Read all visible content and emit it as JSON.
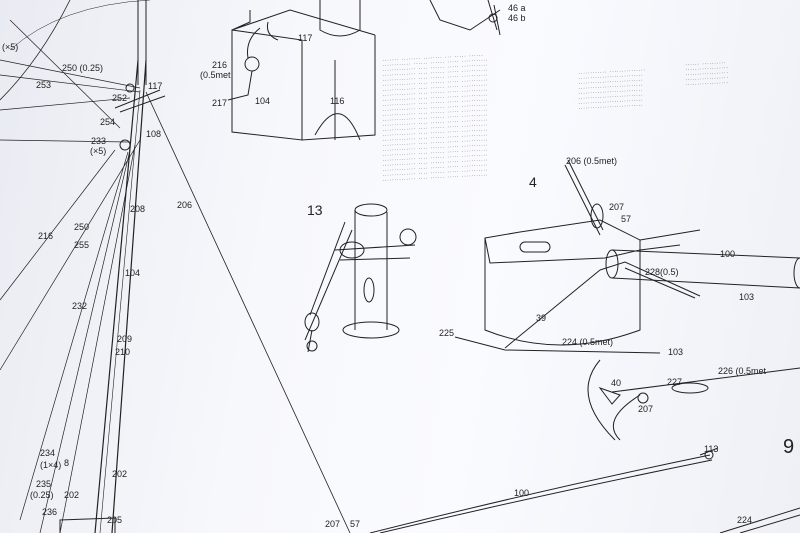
{
  "labels": {
    "l117a": "117",
    "l216": "216",
    "l05met_a": "(0.5met",
    "l217": "217",
    "l104a": "104",
    "l116": "116",
    "l117b": "117",
    "l46a": "46 a",
    "l46b": "46 b",
    "l15": "(×5)",
    "l250": "250 (0.25)",
    "l253": "253",
    "l252": "252",
    "l117c": "117",
    "l254": "254",
    "l233": "233",
    "l15b": "(×5)",
    "l108": "108",
    "l206a": "206",
    "l208": "208",
    "l250b": "250",
    "l255": "255",
    "l216b": "216",
    "l104b": "104",
    "l232": "232",
    "l209": "209",
    "l210": "210",
    "l234": "234",
    "l14": "(1×4)",
    "l8": "8",
    "l235": "235",
    "l025": "(0.25)",
    "l202a": "202",
    "l202b": "202",
    "l236": "236",
    "l205": "205",
    "l13": "13",
    "l4": "4",
    "l206b": "206 (0.5met)",
    "l207a": "207",
    "l57a": "57",
    "l100a": "100",
    "l228": "228(0.5)",
    "l103a": "103",
    "l39": "39",
    "l225": "225",
    "l224": "224 (0.5met)",
    "l103b": "103",
    "l40": "40",
    "l227": "227",
    "l226": "226 (0.5met",
    "l207b": "207",
    "l113": "113",
    "l9": "9",
    "l100b": "100",
    "l224b": "224",
    "l2075": "207",
    "l57b": "57"
  }
}
